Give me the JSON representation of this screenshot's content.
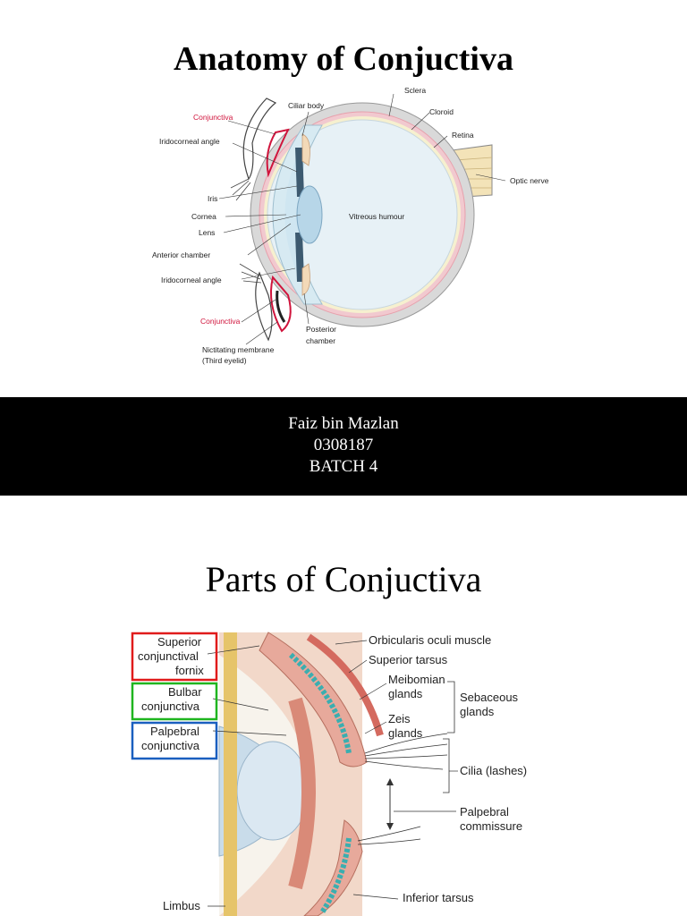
{
  "slide1": {
    "title": "Anatomy of Conjuctiva",
    "labels": {
      "sclera": "Sclera",
      "ciliar_body": "Ciliar body",
      "cloroid": "Cloroid",
      "retina": "Retina",
      "conjunctiva_top": "Conjunctiva",
      "iridocorneal_top": "Iridocorneal angle",
      "optic_nerve": "Optic nerve",
      "iris": "Iris",
      "cornea": "Cornea",
      "lens": "Lens",
      "vitreous": "Vitreous humour",
      "anterior_chamber": "Anterior chamber",
      "iridocorneal_bottom": "Iridocorneal angle",
      "conjunctiva_bottom": "Conjunctiva",
      "posterior_1": "Posterior",
      "posterior_2": "chamber",
      "nictitating_1": "Nictitating membrane",
      "nictitating_2": "(Third eyelid)"
    }
  },
  "band": {
    "name": "Faiz bin Mazlan",
    "id": "0308187",
    "batch": "BATCH 4"
  },
  "slide2": {
    "title": "Parts of Conjuctiva",
    "labels": {
      "superior_1": "Superior",
      "superior_2": "conjunctival",
      "superior_3": "fornix",
      "bulbar_1": "Bulbar",
      "bulbar_2": "conjunctiva",
      "palpebral_1": "Palpebral",
      "palpebral_2": "conjunctiva",
      "limbus": "Limbus",
      "orbicularis": "Orbicularis oculi muscle",
      "superior_tarsus": "Superior tarsus",
      "meibomian_1": "Meibomian",
      "meibomian_2": "glands",
      "zeis_1": "Zeis",
      "zeis_2": "glands",
      "sebaceous_1": "Sebaceous",
      "sebaceous_2": "glands",
      "cilia": "Cilia (lashes)",
      "palpebral_comm_1": "Palpebral",
      "palpebral_comm_2": "commissure",
      "inferior_tarsus": "Inferior tarsus"
    }
  },
  "colors": {
    "red_label": "#d0143c",
    "box_red": "#e01b1b",
    "box_green": "#1fb51f",
    "box_blue": "#1a5fbf"
  }
}
